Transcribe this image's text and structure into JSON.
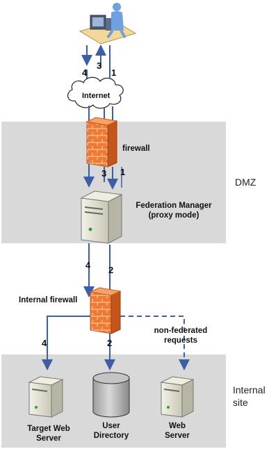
{
  "zones": {
    "dmz": "DMZ",
    "internal": "Internal site"
  },
  "nodes": {
    "internet": "Internet",
    "firewall": "firewall",
    "federation_manager": "Federation Manager (proxy mode)",
    "internal_firewall": "Internal firewall",
    "target_web_server": "Target Web Server",
    "user_directory": "User Directory",
    "web_server": "Web Server"
  },
  "annotations": {
    "non_federated": "non-federated requests"
  },
  "flow_numbers": {
    "top_left": "4",
    "top_mid": "3",
    "top_right": "1",
    "dmz_mid": "3",
    "dmz_right": "1",
    "mid_left": "4",
    "mid_right": "2",
    "bottom_left": "4",
    "bottom_mid": "2"
  },
  "colors": {
    "arrow": "#3a5fa8",
    "zone": "#d9d9d9",
    "firewall": "#e8742a",
    "server": "#e6e4d6"
  }
}
